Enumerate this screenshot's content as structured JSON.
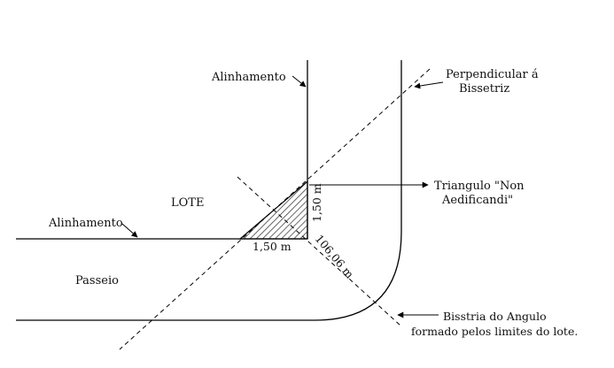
{
  "labels": {
    "alinhamento_top": "Alinhamento",
    "alinhamento_left": "Alinhamento",
    "perpendicular_line1": "Perpendicular á",
    "perpendicular_line2": "Bissetriz",
    "triangulo_line1": "Triangulo \"Non",
    "triangulo_line2": "Aedificandi\"",
    "lote": "LOTE",
    "passeio": "Passeio",
    "dim_vertical": "1,50 m",
    "dim_horizontal": "1,50 m",
    "dim_diagonal": "106,06 m",
    "bissetriz_line1": "Bisstria do Angulo",
    "bissetriz_line2": "formado pelos limites do lote."
  },
  "colors": {
    "line": "#000000",
    "text": "#111111",
    "hatch": "#555555"
  }
}
